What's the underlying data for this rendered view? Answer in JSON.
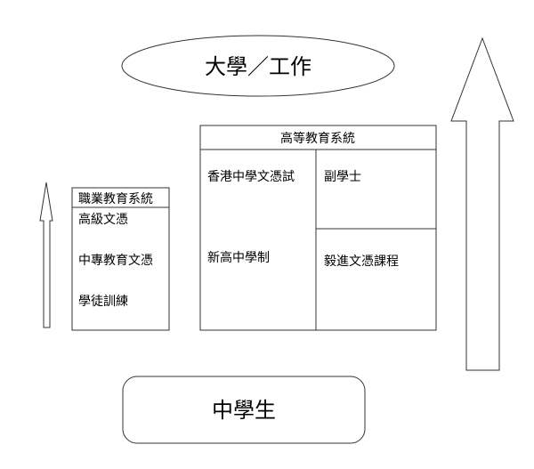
{
  "top_goal": {
    "label": "大學／工作"
  },
  "bottom_start": {
    "label": "中學生"
  },
  "vocational": {
    "title": "職業教育系統",
    "items": [
      "高級文憑",
      "中專教育文憑",
      "學徒訓練"
    ]
  },
  "higher": {
    "title": "高等教育系統",
    "left_items": [
      "香港中學文憑試",
      "新高中學制"
    ],
    "right_top": "副學士",
    "right_bottom": "毅進文憑課程"
  }
}
